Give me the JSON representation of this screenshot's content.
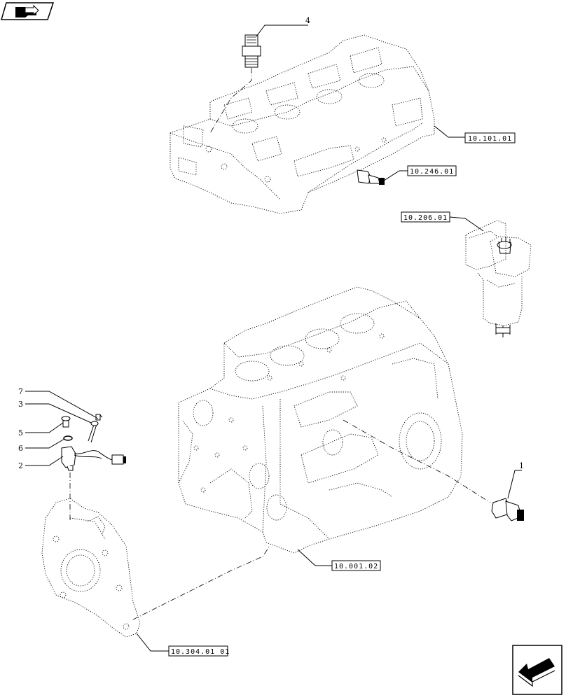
{
  "nav": {
    "top_left_icon": "book-arrow-icon",
    "bottom_right_icon": "arrow-down-left-icon"
  },
  "references": {
    "cylinder_head": "10.101.01",
    "sensor_head": "10.246.01",
    "fuel_filter": "10.206.01",
    "engine_block": "10.001.02",
    "flywheel_housing": "10.304.01 01"
  },
  "callouts": {
    "item_1": "1",
    "item_2": "2",
    "item_3": "3",
    "item_4": "4",
    "item_5": "5",
    "item_6": "6",
    "item_7": "7"
  }
}
